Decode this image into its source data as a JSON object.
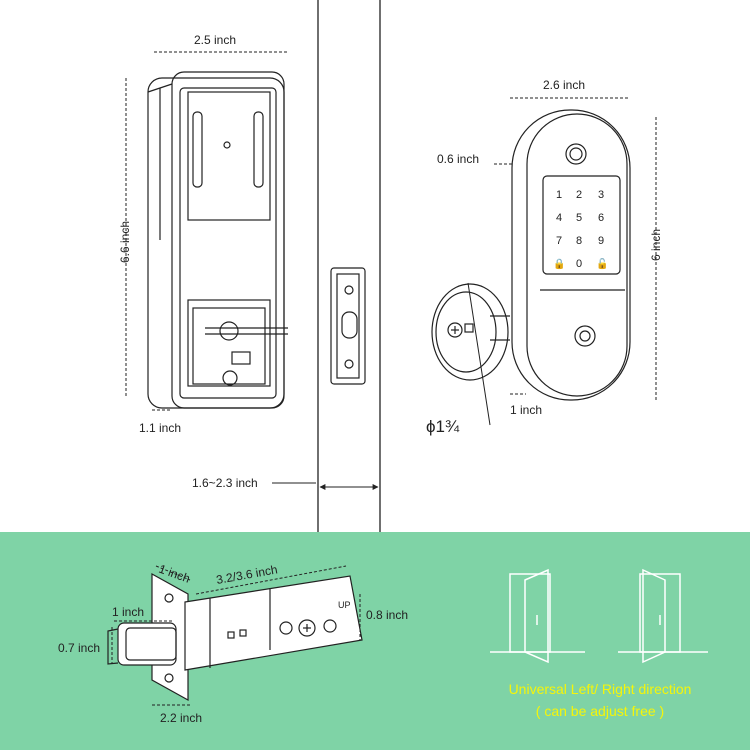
{
  "top": {
    "exterior_width": "2.5 inch",
    "exterior_height": "6.6 inch",
    "exterior_depth": "1.1 inch",
    "door_thickness": "1.6~2.3 inch",
    "keypad_width": "2.6 inch",
    "keypad_height": "6 inch",
    "keypad_depth_top": "0.6 inch",
    "keypad_depth_bottom": "1 inch",
    "bore_diameter": "ϕ1¾",
    "keypad_keys": [
      "1",
      "2",
      "3",
      "4",
      "5",
      "6",
      "7",
      "8",
      "9",
      "🔒",
      "0",
      "🔓"
    ]
  },
  "bottom": {
    "panel_color": "#7fd3a6",
    "latch_1inch_top": "1 inch",
    "latch_length": "3.2/3.6 inch",
    "latch_1inch_side": "1 inch",
    "latch_0_7": "0.7 inch",
    "latch_0_8": "0.8 inch",
    "latch_2_2": "2.2 inch",
    "latch_up": "UP",
    "caption_line1": "Universal Left/ Right direction",
    "caption_line2": "( can be adjust free )",
    "caption_color": "#f5f50a"
  }
}
